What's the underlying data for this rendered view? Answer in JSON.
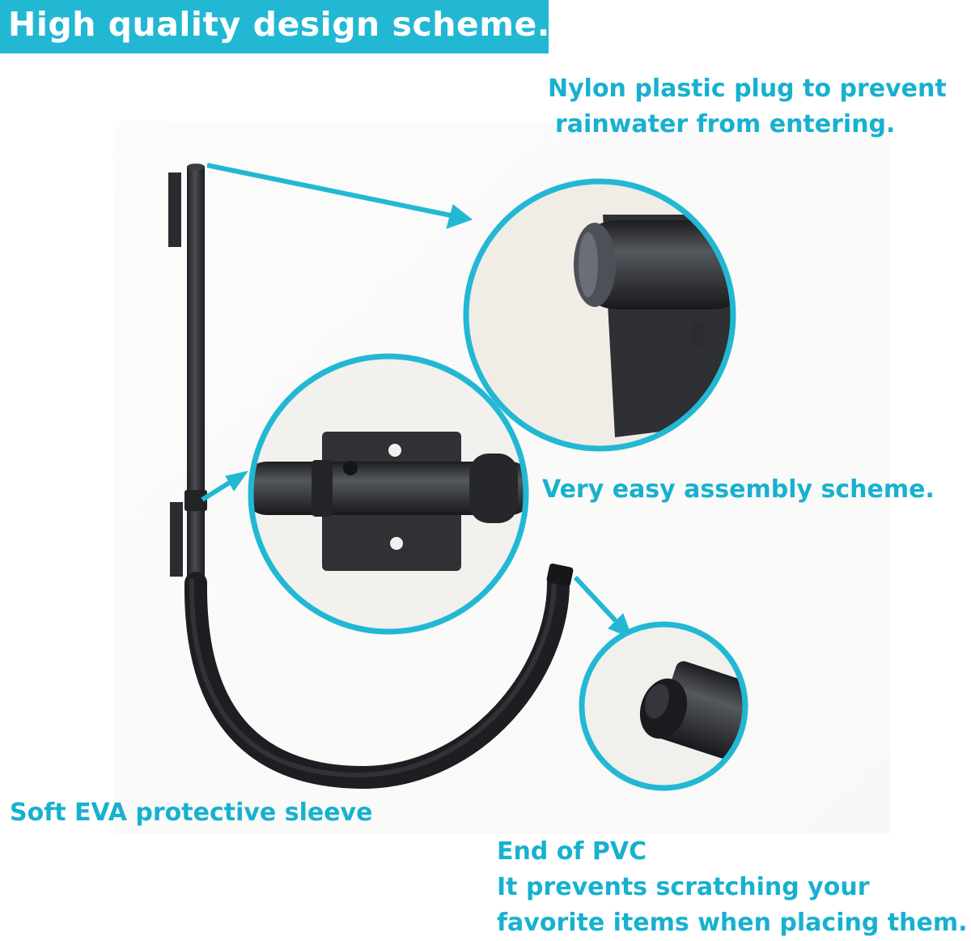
{
  "banner": {
    "title": "High quality design scheme."
  },
  "callouts": {
    "plug": {
      "line1": "Nylon plastic plug to prevent",
      "line2": "rainwater from entering."
    },
    "assembly": {
      "line1": "Very easy assembly scheme."
    },
    "sleeve": {
      "line1": "Soft EVA protective sleeve"
    },
    "end": {
      "line1": "End of PVC",
      "line2": "It prevents scratching your",
      "line3": "favorite items when placing them."
    }
  },
  "colors": {
    "accent": "#22b8d4",
    "text_accent": "#17b1cf",
    "hook": "#2b2d31",
    "background": "#ffffff"
  }
}
